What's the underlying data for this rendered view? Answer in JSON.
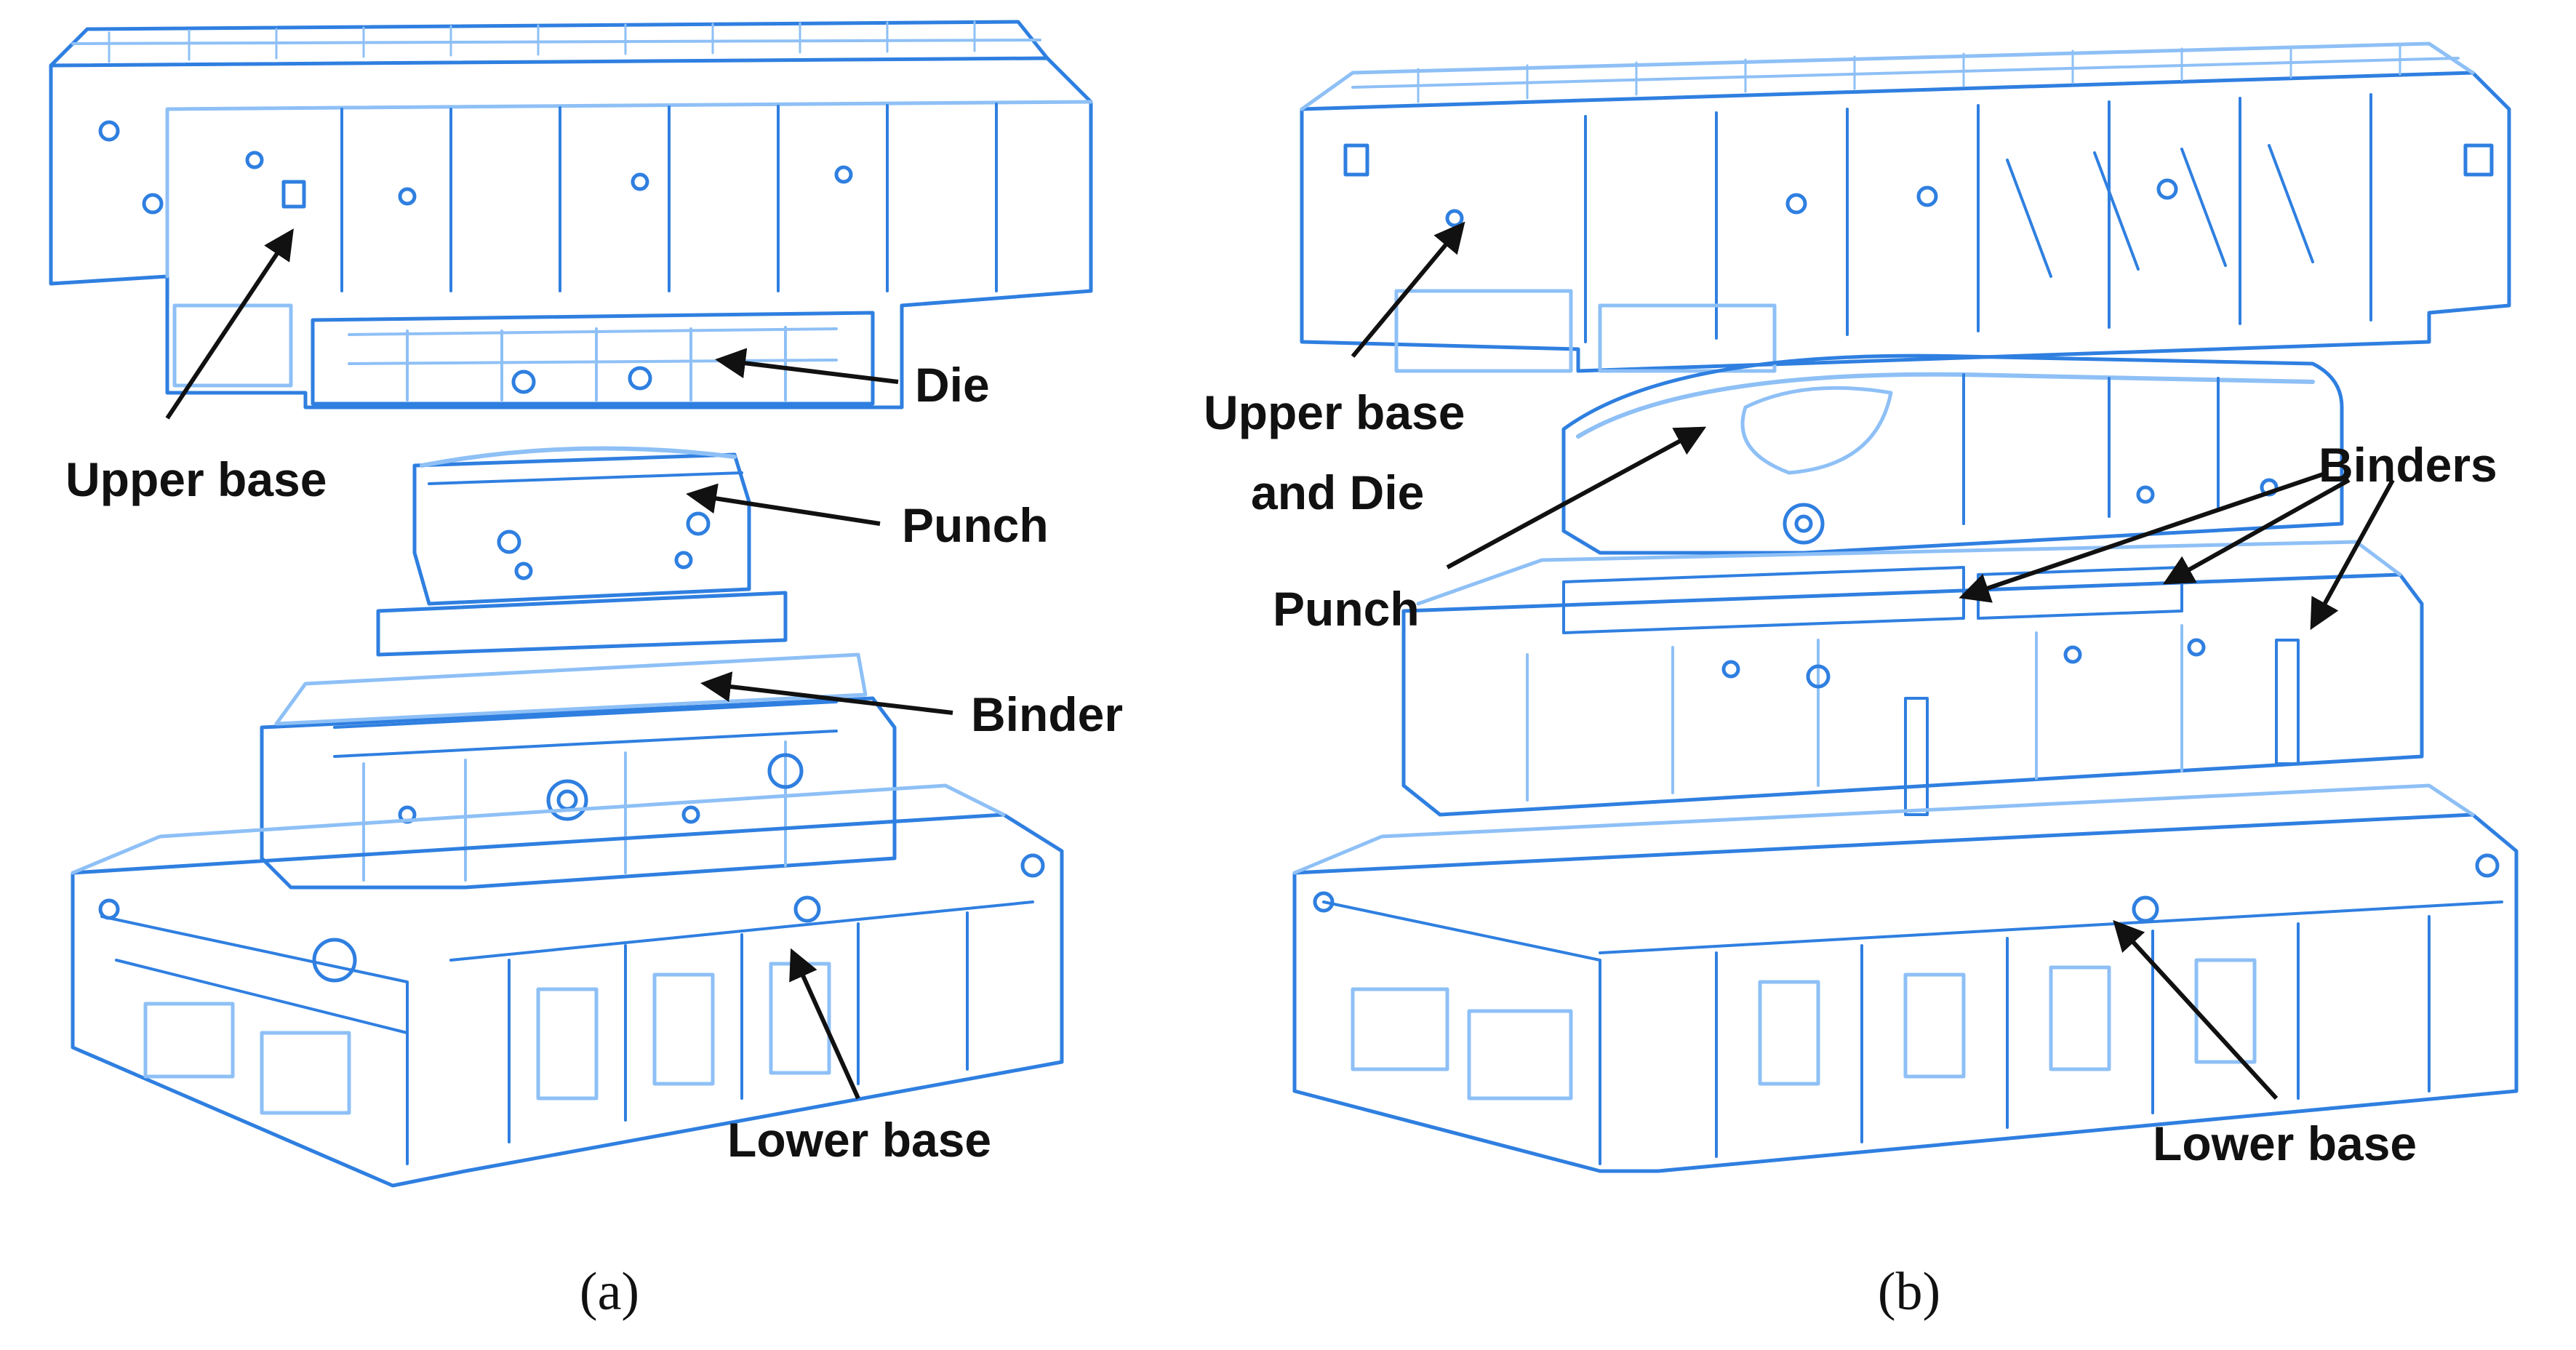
{
  "colors": {
    "line_drawing": "#2f7fe0",
    "line_drawing_light": "#8ec0f6",
    "label_text": "#111111",
    "background": "#ffffff"
  },
  "panel_a": {
    "caption": "(a)",
    "labels": {
      "upper_base": "Upper base",
      "die": "Die",
      "punch": "Punch",
      "binder": "Binder",
      "lower_base": "Lower base"
    }
  },
  "panel_b": {
    "caption": "(b)",
    "labels": {
      "upper_base_line1": "Upper base",
      "upper_base_line2": "and Die",
      "punch": "Punch",
      "binders": "Binders",
      "lower_base": "Lower base"
    }
  }
}
